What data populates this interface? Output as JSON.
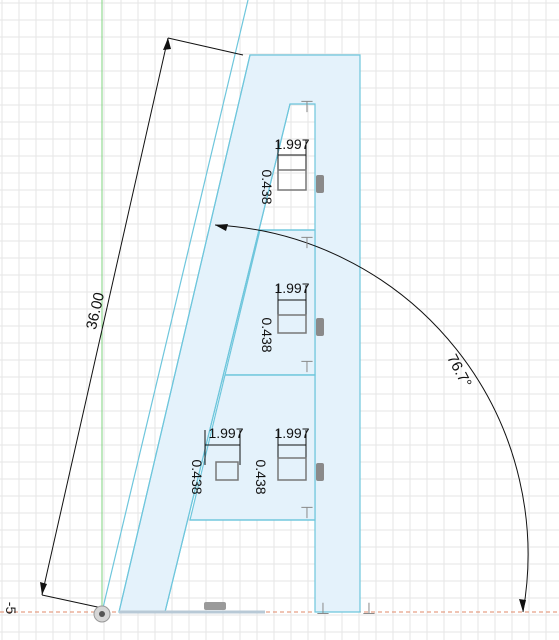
{
  "dimensions": {
    "height": "36.00",
    "angle": "76.7°",
    "upper_width": "1.997",
    "upper_thickness": "0.438",
    "middle_width": "1.997",
    "middle_thickness": "0.438",
    "lower_left_width": "1.997",
    "lower_left_thickness": "0.438",
    "lower_right_width": "1.997",
    "lower_right_thickness": "0.438"
  },
  "axis": {
    "y_tick_label": "-5"
  },
  "colors": {
    "sketch_line": "#6ec6dc",
    "profile_fill": "#e4f2fb",
    "dimension": "#111111",
    "constraint_icon": "#9a9a9a",
    "y_axis": "#7fd37f",
    "x_axis": "#e08a6a"
  }
}
